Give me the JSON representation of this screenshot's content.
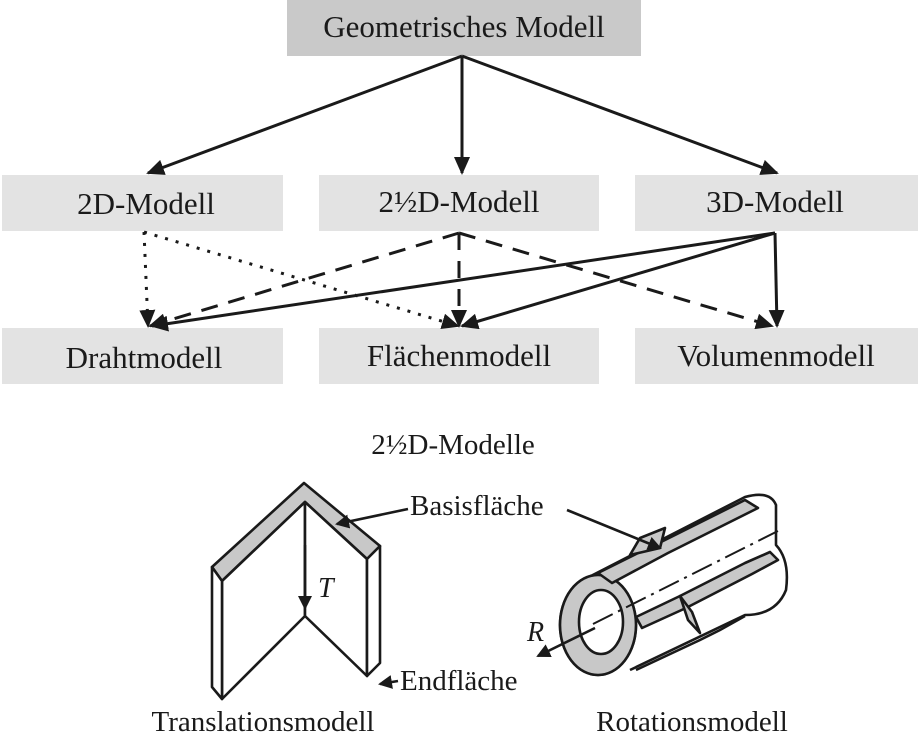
{
  "diagram": {
    "root": {
      "label": "Geometrisches Modell"
    },
    "categories": [
      {
        "id": "2d",
        "label": "2D-Modell"
      },
      {
        "id": "2half",
        "label": "2½D-Modell"
      },
      {
        "id": "3d",
        "label": "3D-Modell"
      }
    ],
    "targets": [
      {
        "id": "draht",
        "label": "Drahtmodell"
      },
      {
        "id": "flaechen",
        "label": "Flächenmodell"
      },
      {
        "id": "volumen",
        "label": "Volumenmodell"
      }
    ],
    "edges": [
      {
        "from": "root",
        "to": "2d",
        "style": "solid"
      },
      {
        "from": "root",
        "to": "2half",
        "style": "solid"
      },
      {
        "from": "root",
        "to": "3d",
        "style": "solid"
      },
      {
        "from": "2d",
        "to": "draht",
        "style": "dotted"
      },
      {
        "from": "2d",
        "to": "flaechen",
        "style": "dotted"
      },
      {
        "from": "2half",
        "to": "draht",
        "style": "dashed"
      },
      {
        "from": "2half",
        "to": "flaechen",
        "style": "dashed"
      },
      {
        "from": "2half",
        "to": "volumen",
        "style": "dashed"
      },
      {
        "from": "3d",
        "to": "draht",
        "style": "solid"
      },
      {
        "from": "3d",
        "to": "flaechen",
        "style": "solid"
      },
      {
        "from": "3d",
        "to": "volumen",
        "style": "solid"
      }
    ]
  },
  "illustration": {
    "title": "2½D-Modelle",
    "basis_label": "Basisfläche",
    "end_label": "Endfläche",
    "translation_vector": "T",
    "rotation_radius": "R",
    "translation_caption": "Translationsmodell",
    "rotation_caption": "Rotationsmodell"
  }
}
